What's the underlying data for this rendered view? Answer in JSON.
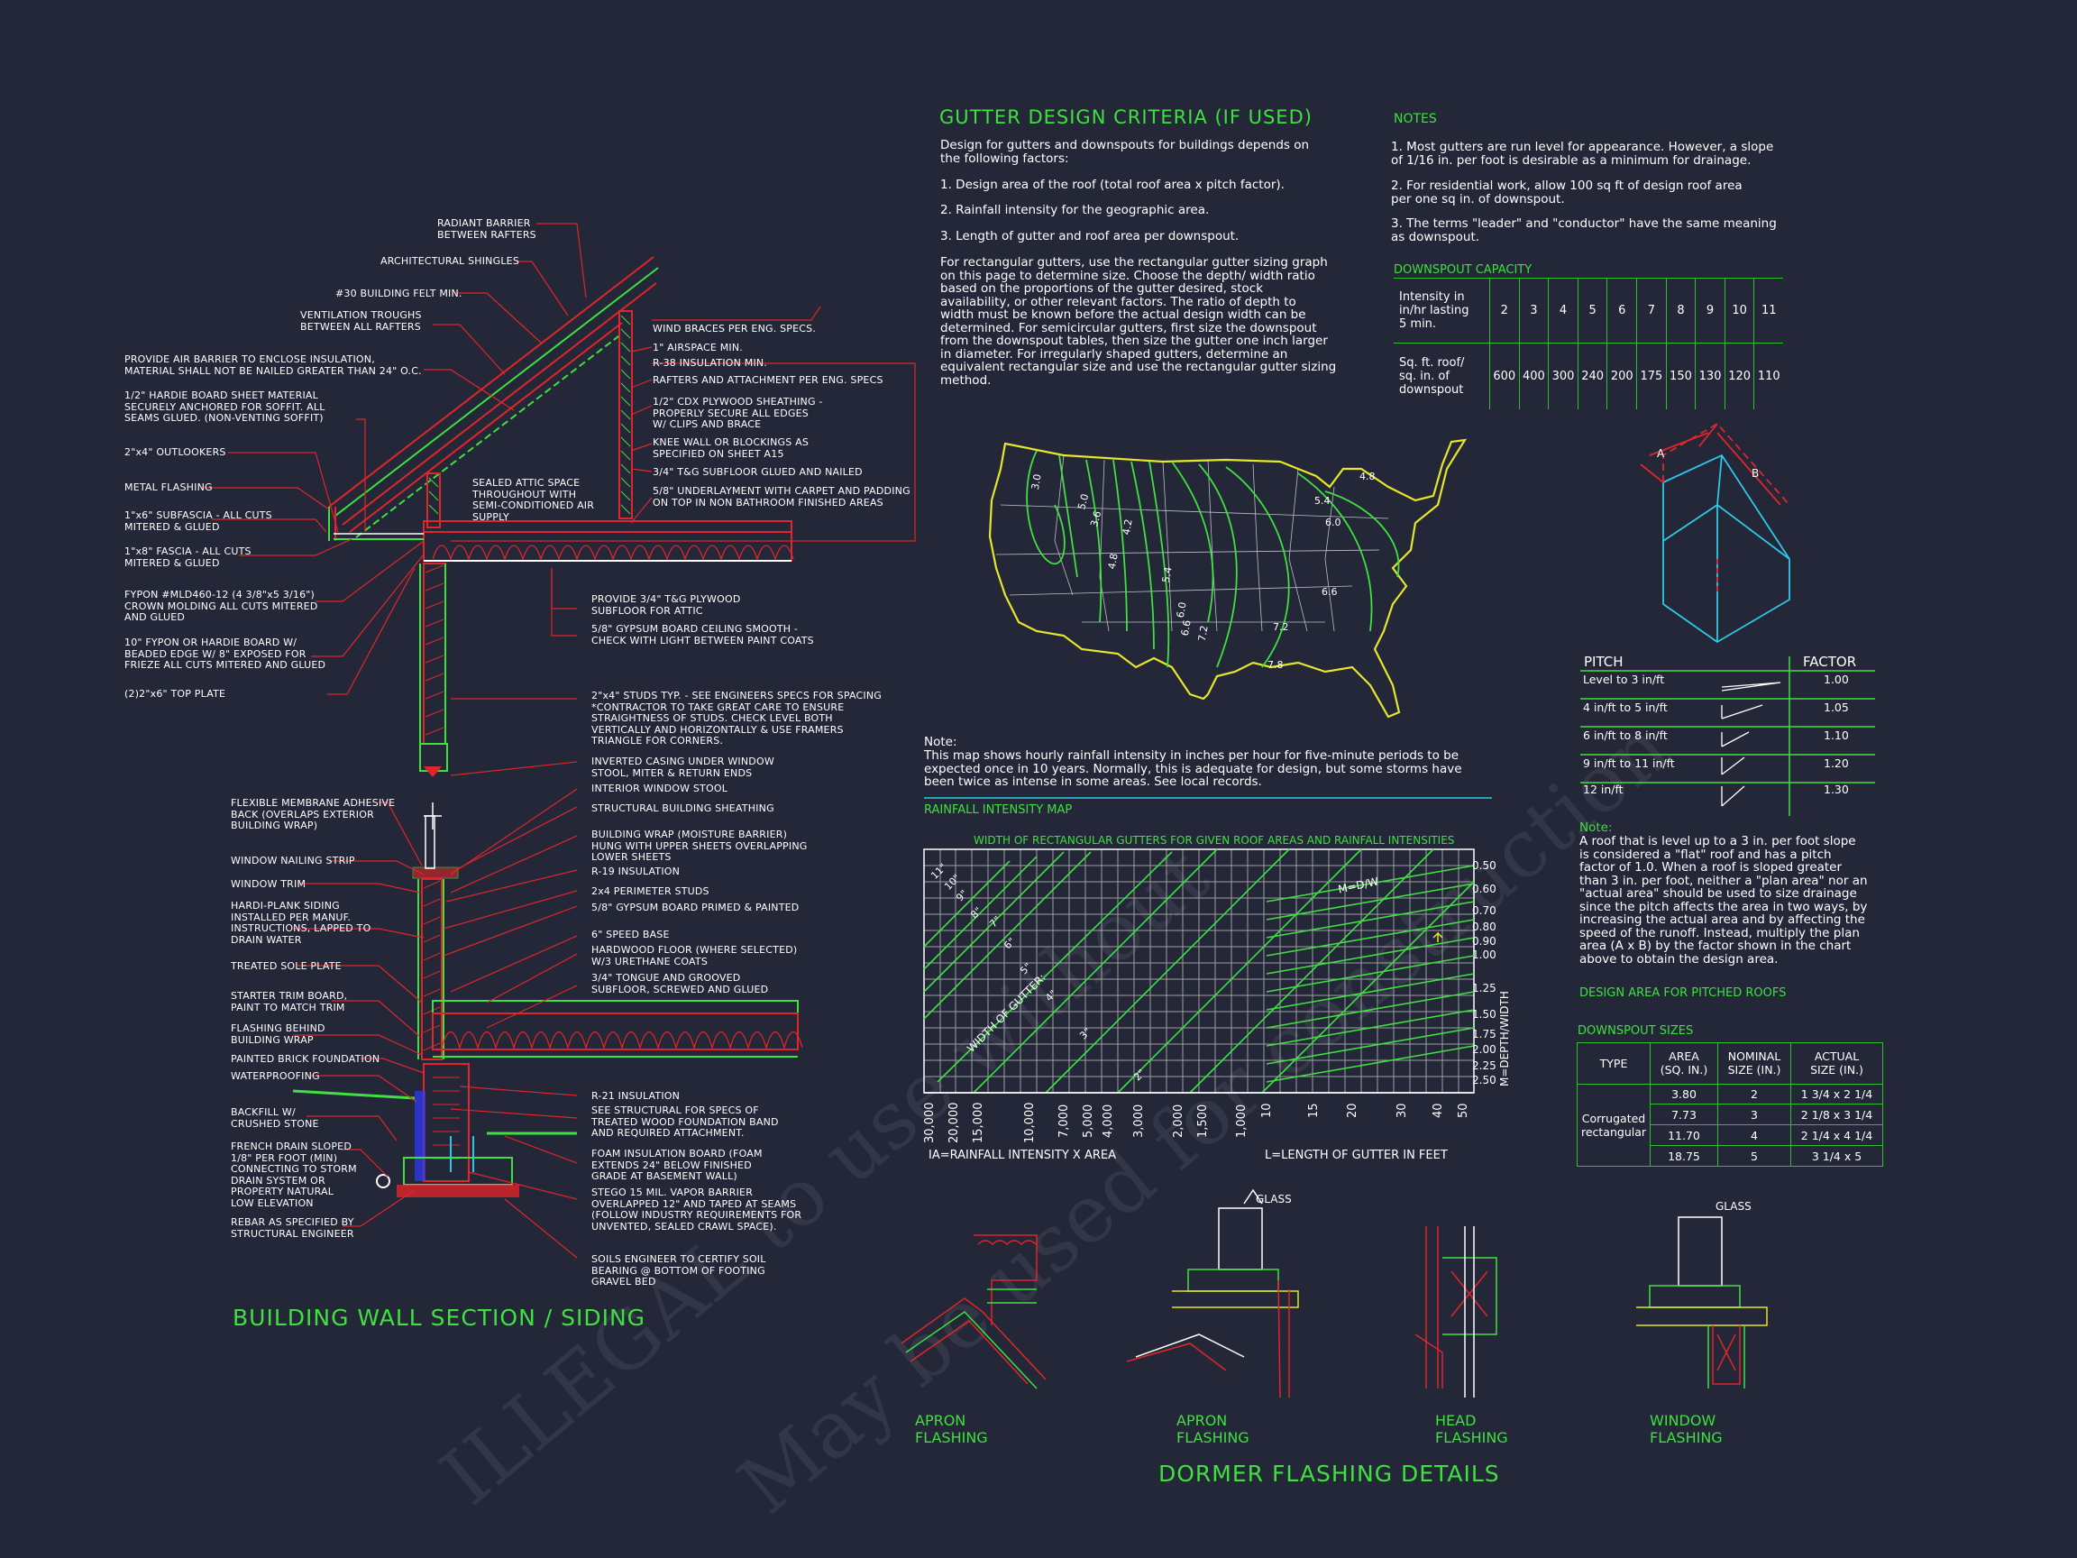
{
  "wall_section": {
    "title": "BUILDING WALL SECTION / SIDING",
    "left_notes": [
      "RADIANT BARRIER\nBETWEEN RAFTERS",
      "ARCHITECTURAL SHINGLES",
      "#30 BUILDING FELT MIN.",
      "VENTILATION TROUGHS\nBETWEEN ALL RAFTERS",
      "PROVIDE AIR BARRIER TO ENCLOSE INSULATION,\nMATERIAL SHALL NOT BE NAILED GREATER THAN 24\" O.C.",
      "1/2\" HARDIE BOARD SHEET MATERIAL\nSECURELY ANCHORED FOR SOFFIT.  ALL\nSEAMS GLUED. (NON-VENTING SOFFIT)",
      "2\"x4\" OUTLOOKERS",
      "METAL FLASHING",
      "1\"x6\" SUBFASCIA - ALL CUTS\nMITERED & GLUED",
      "1\"x8\" FASCIA - ALL CUTS\nMITERED & GLUED",
      "FYPON #MLD460-12 (4 3/8\"x5 3/16\")\nCROWN MOLDING ALL CUTS MITERED\nAND GLUED",
      "10\" FYPON OR HARDIE BOARD W/\nBEADED EDGE W/ 8\" EXPOSED FOR\nFRIEZE ALL CUTS MITERED AND GLUED",
      "(2)2\"x6\" TOP PLATE",
      "FLEXIBLE MEMBRANE ADHESIVE\nBACK (OVERLAPS EXTERIOR\nBUILDING WRAP)",
      "WINDOW NAILING STRIP",
      "WINDOW TRIM",
      "HARDI-PLANK SIDING\nINSTALLED PER MANUF.\nINSTRUCTIONS, LAPPED TO\nDRAIN WATER",
      "TREATED SOLE PLATE",
      "STARTER TRIM BOARD,\nPAINT TO MATCH TRIM",
      "FLASHING BEHIND\nBUILDING WRAP",
      "PAINTED BRICK FOUNDATION",
      "WATERPROOFING",
      "BACKFILL W/\nCRUSHED STONE",
      "FRENCH DRAIN SLOPED\n1/8\" PER FOOT (MIN)\nCONNECTING TO STORM\nDRAIN SYSTEM OR\nPROPERTY NATURAL\nLOW ELEVATION",
      "REBAR AS SPECIFIED BY\nSTRUCTURAL ENGINEER"
    ],
    "right_notes": [
      "WIND BRACES PER ENG. SPECS.",
      "1\" AIRSPACE MIN.",
      "R-38 INSULATION MIN.",
      "RAFTERS AND ATTACHMENT PER ENG. SPECS",
      "1/2\" CDX PLYWOOD SHEATHING -\nPROPERLY SECURE ALL EDGES\nW/ CLIPS AND BRACE",
      "KNEE WALL OR BLOCKINGS AS\nSPECIFIED ON SHEET A15",
      "3/4\" T&G SUBFLOOR GLUED AND NAILED",
      "5/8\" UNDERLAYMENT WITH CARPET AND PADDING\nON TOP IN NON BATHROOM FINISHED AREAS",
      "SEALED ATTIC SPACE\nTHROUGHOUT WITH\nSEMI-CONDITIONED AIR\nSUPPLY",
      "PROVIDE 3/4\" T&G PLYWOOD\nSUBFLOOR FOR ATTIC",
      "5/8\" GYPSUM BOARD CEILING SMOOTH -\nCHECK WITH LIGHT BETWEEN PAINT COATS",
      "2\"x4\" STUDS TYP. - SEE ENGINEERS SPECS FOR SPACING\n*CONTRACTOR TO TAKE GREAT CARE TO ENSURE\nSTRAIGHTNESS OF STUDS. CHECK LEVEL BOTH\nVERTICALLY AND HORIZONTALLY & USE FRAMERS\nTRIANGLE FOR CORNERS.",
      "INVERTED CASING UNDER WINDOW\nSTOOL, MITER & RETURN ENDS",
      "INTERIOR WINDOW STOOL",
      "STRUCTURAL BUILDING SHEATHING",
      "BUILDING WRAP (MOISTURE BARRIER)\nHUNG WITH UPPER SHEETS OVERLAPPING\nLOWER SHEETS",
      "R-19 INSULATION",
      "2x4 PERIMETER STUDS",
      "5/8\" GYPSUM BOARD PRIMED & PAINTED",
      "6\" SPEED BASE",
      "HARDWOOD FLOOR (WHERE SELECTED)\nW/3 URETHANE COATS",
      "3/4\" TONGUE AND GROOVED\nSUBFLOOR, SCREWED AND GLUED",
      "R-21 INSULATION",
      "SEE STRUCTURAL FOR SPECS OF\nTREATED WOOD FOUNDATION BAND\nAND REQUIRED ATTACHMENT.",
      "FOAM INSULATION BOARD (FOAM\nEXTENDS 24\" BELOW FINISHED\nGRADE AT BASEMENT WALL)",
      "STEGO 15 MIL. VAPOR BARRIER\nOVERLAPPED 12\" AND TAPED AT SEAMS\n(FOLLOW INDUSTRY REQUIREMENTS FOR\nUNVENTED, SEALED CRAWL SPACE).",
      "SOILS ENGINEER TO CERTIFY SOIL\nBEARING @ BOTTOM OF FOOTING\nGRAVEL BED"
    ]
  },
  "gutter": {
    "title": "GUTTER DESIGN CRITERIA (IF USED)",
    "intro": "Design for gutters and downspouts for buildings depends on\nthe following factors:",
    "factors": [
      "1. Design area of the roof (total roof area x pitch factor).",
      "2. Rainfall intensity for the geographic area.",
      "3. Length of gutter and roof area per downspout."
    ],
    "body": "For rectangular gutters, use the rectangular gutter sizing graph\non this page to determine size. Choose the depth/ width ratio\nbased on the proportions of the gutter desired, stock\navailability, or other relevant factors. The ratio of depth to\nwidth must be known before the actual design width can be\ndetermined. For semicircular gutters, first size the downspout\nfrom the downspout tables, then size the gutter one inch larger\nin diameter. For irregularly shaped gutters, determine an\nequivalent rectangular size and use the rectangular gutter sizing\nmethod."
  },
  "notes": {
    "title": "NOTES",
    "items": [
      "1.  Most gutters are run level for appearance. However, a slope\n     of 1/16 in. per foot is desirable as a minimum for drainage.",
      "2. For residential work, allow 100 sq ft of design roof area\n     per one sq in. of downspout.",
      "3. The terms \"leader\" and \"conductor\" have the same meaning\n     as downspout."
    ]
  },
  "downspout_capacity": {
    "title": "DOWNSPOUT CAPACITY",
    "row1_label": "Intensity in\nin/hr lasting\n5 min.",
    "row2_label": "Sq. ft. roof/\nsq. in. of\ndownspout",
    "intensity": [
      "2",
      "3",
      "4",
      "5",
      "6",
      "7",
      "8",
      "9",
      "10",
      "11"
    ],
    "area": [
      "600",
      "400",
      "300",
      "240",
      "200",
      "175",
      "150",
      "130",
      "120",
      "110"
    ]
  },
  "map": {
    "contours": [
      "3.0",
      "5.0",
      "4.2",
      "4.8",
      "5.4",
      "6.0",
      "6.6",
      "7.2",
      "4.8",
      "6.0",
      "5.4",
      "6.6",
      "7.2",
      "7.8",
      "3.6"
    ],
    "note_label": "Note:",
    "note": "This map shows hourly rainfall intensity in inches per hour for five-minute periods to be\nexpected once in 10 years. Normally, this is adequate for design, but some storms have\nbeen twice as intense in some areas. See local records.",
    "title": "RAINFALL INTENSITY MAP"
  },
  "gutter_chart": {
    "title": "WIDTH OF RECTANGULAR GUTTERS FOR GIVEN ROOF AREAS AND RAINFALL INTENSITIES",
    "x_left_ticks": [
      "30,000",
      "20,000",
      "15,000",
      "10,000",
      "7,000",
      "5,000",
      "4,000",
      "3,000",
      "2,000",
      "1,500",
      "1,000"
    ],
    "x_right_ticks": [
      "10",
      "15",
      "20",
      "30",
      "40",
      "50"
    ],
    "y_ticks": [
      "0.50",
      "0.60",
      "0.70",
      "0.80",
      "0.90",
      "1.00",
      "1.25",
      "1.50",
      "1.75",
      "2.00",
      "2.25",
      "2.50"
    ],
    "width_labels": [
      "11\"",
      "10\"",
      "9\"",
      "8\"",
      "7\"",
      "6\"",
      "5\"",
      "4\"",
      "3\"",
      "2\""
    ],
    "gutter_width_label": "WIDTH OF GUTTER:",
    "md_label": "M=D/W",
    "y_axis_label": "M=DEPTH/WIDTH",
    "x_left_label": "IA=RAINFALL INTENSITY X AREA",
    "x_right_label": "L=LENGTH OF GUTTER IN FEET"
  },
  "pitch_table": {
    "col1": "PITCH",
    "col2": "FACTOR",
    "rows": [
      {
        "pitch": "Level to 3 in/ft",
        "factor": "1.00"
      },
      {
        "pitch": "4 in/ft to 5 in/ft",
        "factor": "1.05"
      },
      {
        "pitch": "6 in/ft to 8 in/ft",
        "factor": "1.10"
      },
      {
        "pitch": "9 in/ft to 11 in/ft",
        "factor": "1.20"
      },
      {
        "pitch": "12 in/ft",
        "factor": "1.30"
      }
    ],
    "iso_label_a": "A",
    "iso_label_b": "B"
  },
  "flat_note": {
    "label": "Note:",
    "text": "A roof that is level up to a 3 in. per foot slope\nis considered a \"flat\" roof and has a pitch\nfactor of 1.0. When a roof is sloped greater\nthan 3 in. per foot, neither a \"plan area\" nor an\n\"actual area\" should be used to size drainage\nsince the pitch affects the area in two ways, by\nincreasing the actual area and by affecting the\nspeed of the runoff. Instead, multiply the plan\narea (A x B) by the factor shown in the chart\nabove to obtain the design area."
  },
  "design_area_title": "DESIGN AREA FOR PITCHED ROOFS",
  "downspout_sizes": {
    "title": "DOWNSPOUT SIZES",
    "headers": [
      "TYPE",
      "AREA\n(SQ. IN.)",
      "NOMINAL\nSIZE (IN.)",
      "ACTUAL\nSIZE (IN.)"
    ],
    "type": "Corrugated\nrectangular",
    "rows": [
      [
        "3.80",
        "2",
        "1 3/4 x 2 1/4"
      ],
      [
        "7.73",
        "3",
        "2 1/8 x 3 1/4"
      ],
      [
        "11.70",
        "4",
        "2 1/4 x 4 1/4"
      ],
      [
        "18.75",
        "5",
        "3 1/4 x 5"
      ]
    ]
  },
  "dormer": {
    "title": "DORMER FLASHING DETAILS",
    "glass": "GLASS",
    "labels": [
      "APRON\nFLASHING",
      "APRON\nFLASHING",
      "HEAD\nFLASHING",
      "WINDOW\nFLASHING"
    ]
  },
  "watermarks": [
    "ILLEGAL to use without",
    "May be used for construction"
  ],
  "colors": {
    "background": "#232738",
    "red": "#e0262a",
    "green": "#3fe03f",
    "yellow": "#e6e62a",
    "cyan": "#2ec8e6",
    "white": "#ffffff"
  }
}
